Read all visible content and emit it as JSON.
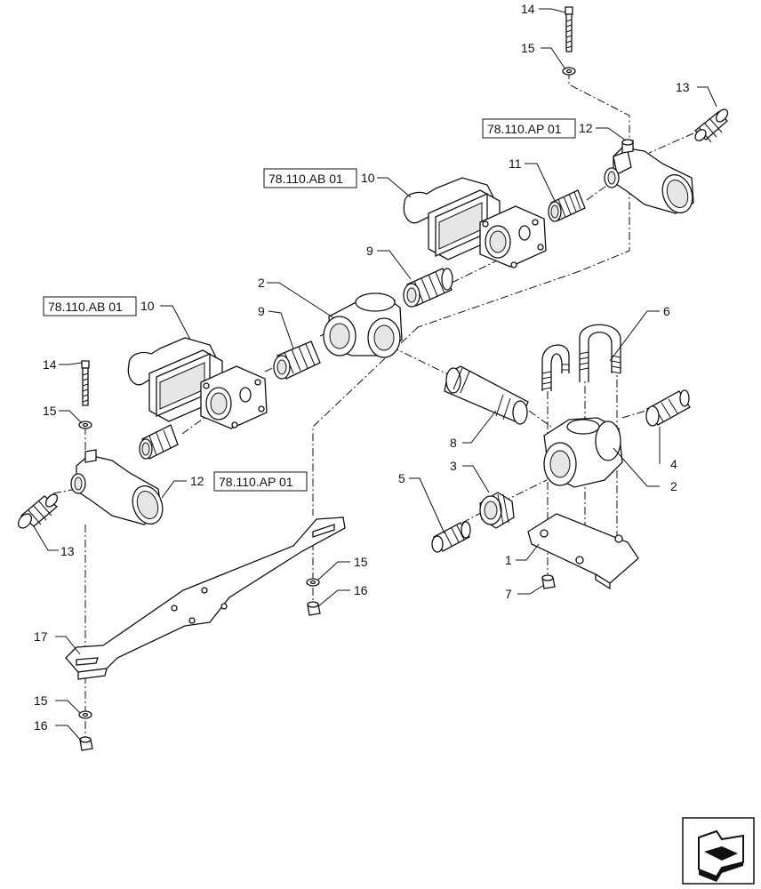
{
  "callouts": [
    {
      "id": "c14a",
      "text": "14"
    },
    {
      "id": "c15a",
      "text": "15"
    },
    {
      "id": "c13a",
      "text": "13"
    },
    {
      "id": "c12a",
      "text": "12"
    },
    {
      "id": "c11",
      "text": "11"
    },
    {
      "id": "c10a",
      "text": "10"
    },
    {
      "id": "c9a",
      "text": "9"
    },
    {
      "id": "c2a",
      "text": "2"
    },
    {
      "id": "c10b",
      "text": "10"
    },
    {
      "id": "c9b",
      "text": "9"
    },
    {
      "id": "c6",
      "text": "6"
    },
    {
      "id": "c14b",
      "text": "14"
    },
    {
      "id": "c15b",
      "text": "15"
    },
    {
      "id": "c8",
      "text": "8"
    },
    {
      "id": "c4",
      "text": "4"
    },
    {
      "id": "c3",
      "text": "3"
    },
    {
      "id": "c5",
      "text": "5"
    },
    {
      "id": "c12b",
      "text": "12"
    },
    {
      "id": "c2b",
      "text": "2"
    },
    {
      "id": "c13b",
      "text": "13"
    },
    {
      "id": "c1",
      "text": "1"
    },
    {
      "id": "c15c",
      "text": "15"
    },
    {
      "id": "c16a",
      "text": "16"
    },
    {
      "id": "c7",
      "text": "7"
    },
    {
      "id": "c17",
      "text": "17"
    },
    {
      "id": "c15d",
      "text": "15"
    },
    {
      "id": "c16b",
      "text": "16"
    }
  ],
  "references": {
    "ap_top": "78.110.AP 01",
    "ab_top": "78.110.AB 01",
    "ab_left": "78.110.AB 01",
    "ap_left": "78.110.AP 01"
  },
  "nav_icon": "next-page-arrow-icon"
}
